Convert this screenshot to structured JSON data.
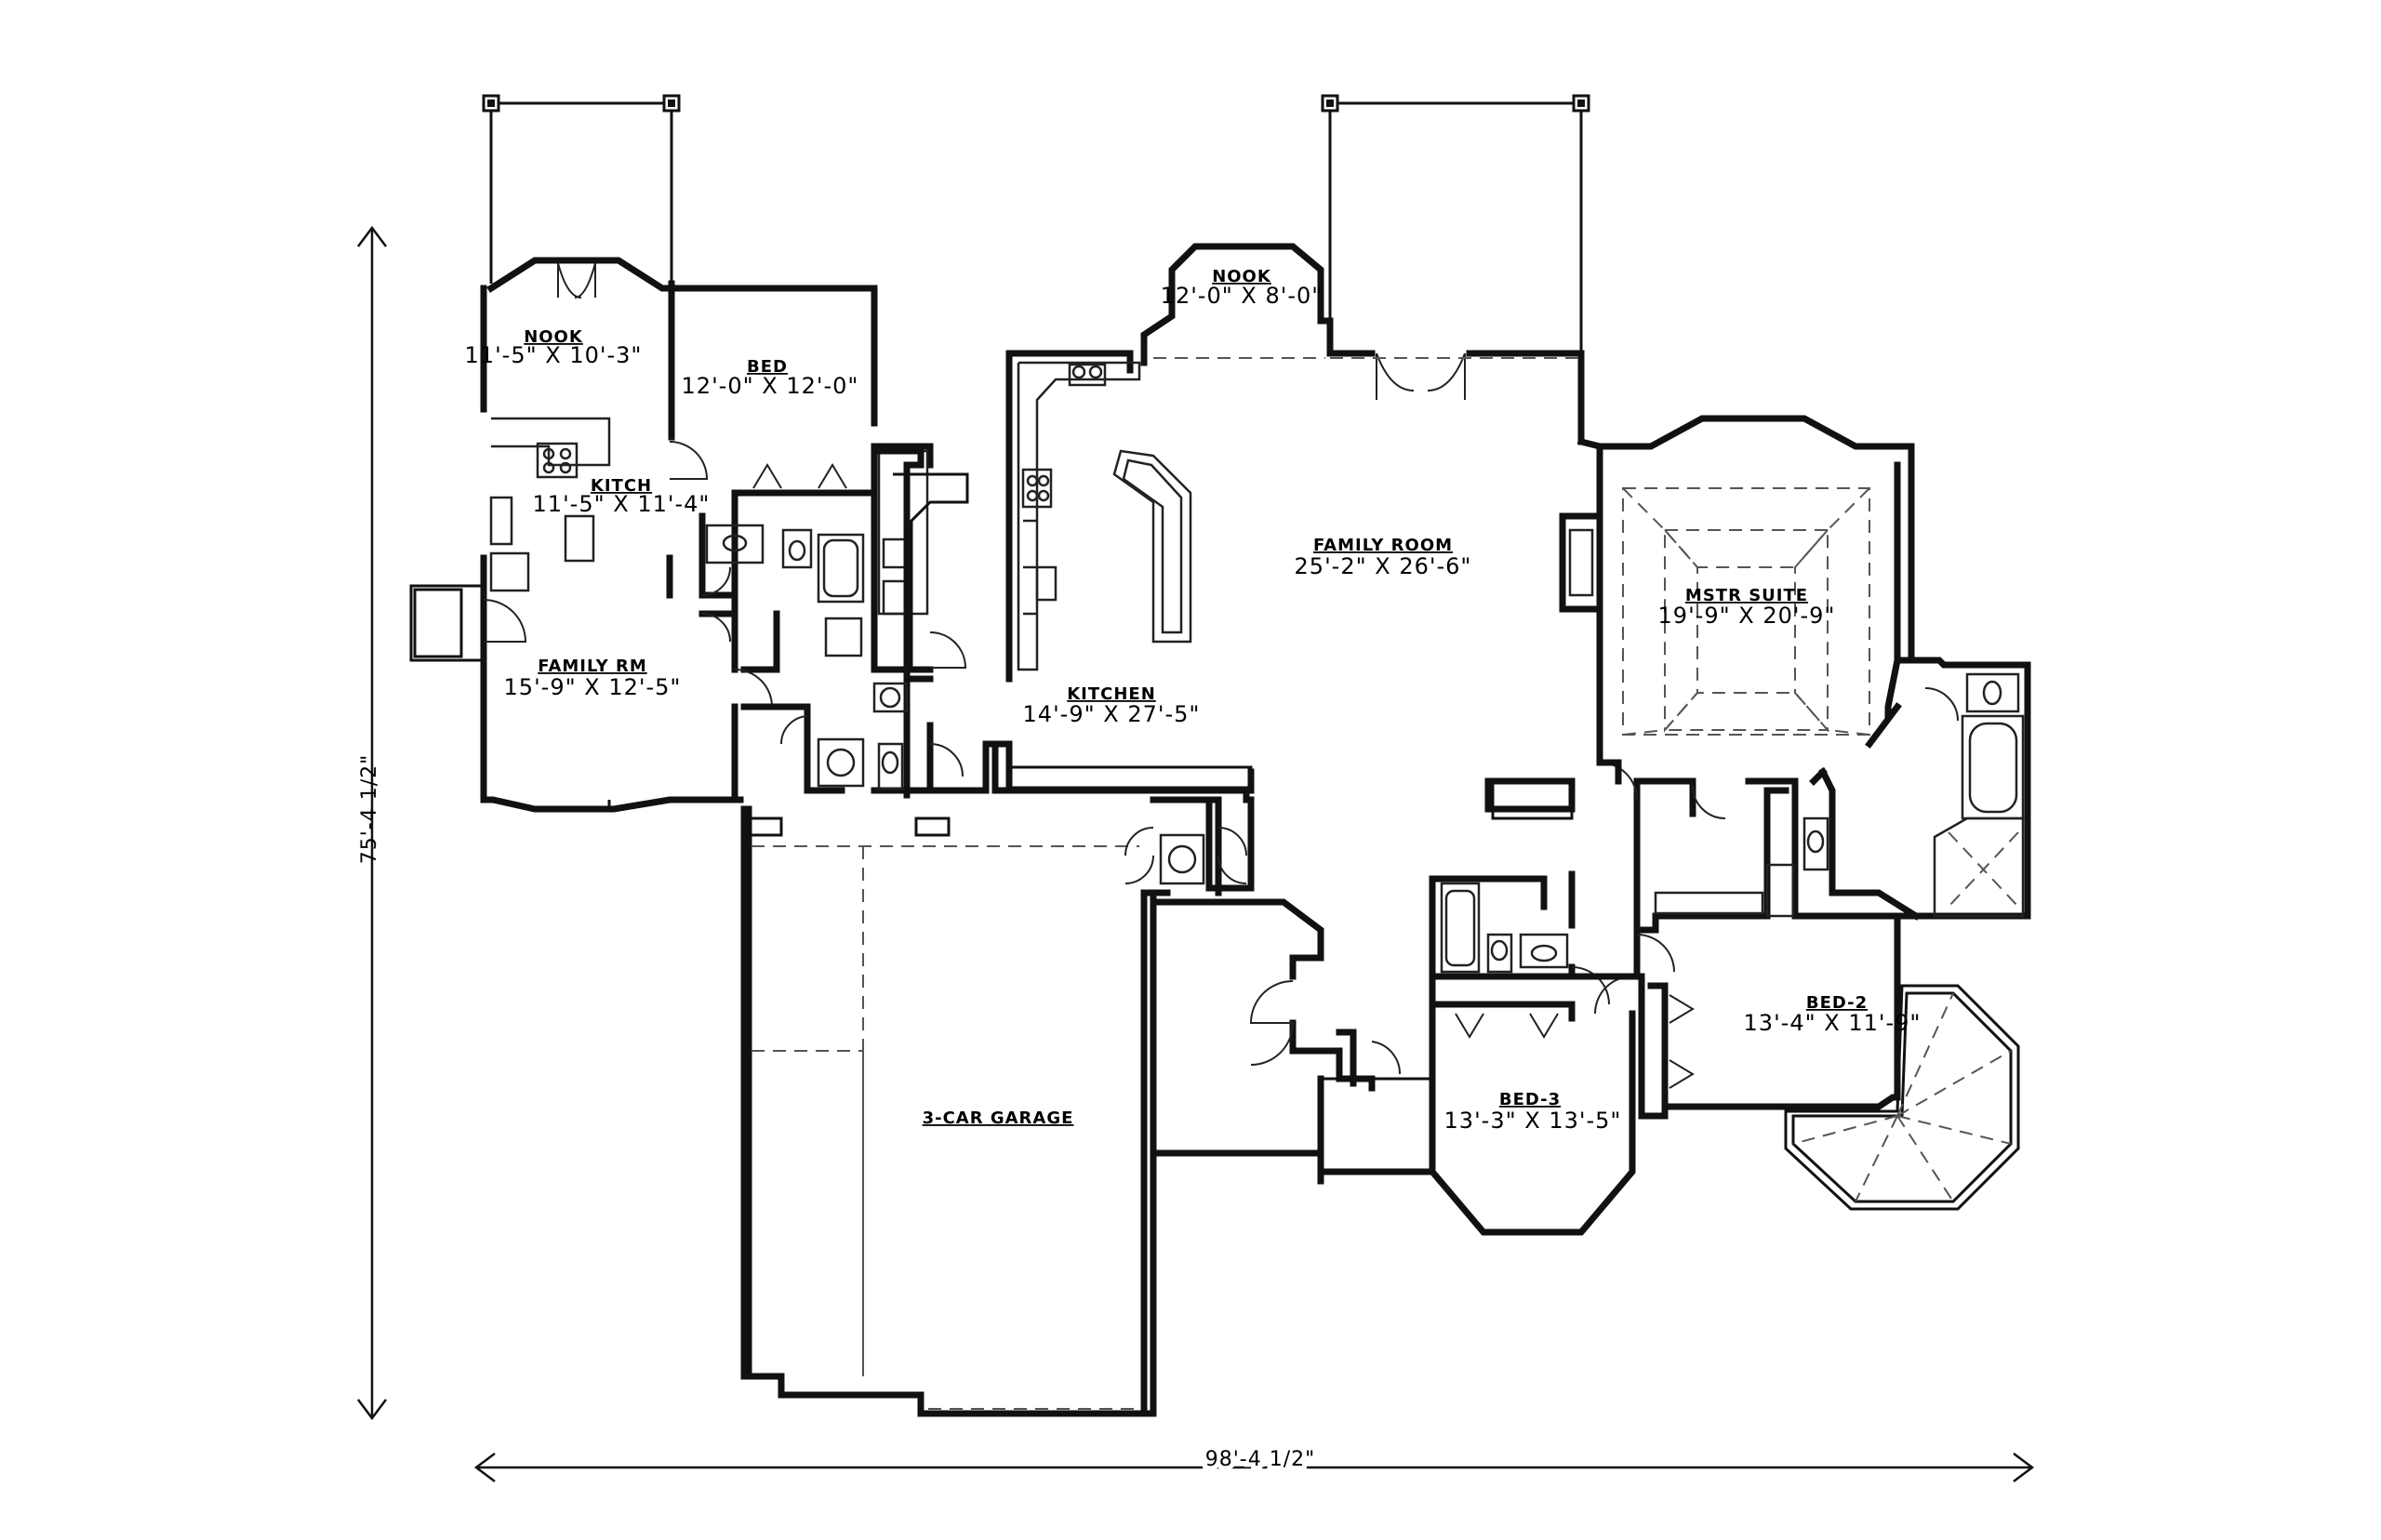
{
  "rooms": {
    "nook_left": {
      "name": "NOOK",
      "size": "11'-5\" X 10'-3\""
    },
    "bed": {
      "name": "BED",
      "size": "12'-0\" X 12'-0\""
    },
    "kitch": {
      "name": "KITCH",
      "size": "11'-5\" X 11'-4\""
    },
    "family_rm": {
      "name": "FAMILY RM",
      "size": "15'-9\" X 12'-5\""
    },
    "nook_center": {
      "name": "NOOK",
      "size": "12'-0\" X 8'-0\""
    },
    "family_room": {
      "name": "FAMILY ROOM",
      "size": "25'-2\" X 26'-6\""
    },
    "kitchen": {
      "name": "KITCHEN",
      "size": "14'-9\" X 27'-5\""
    },
    "mstr_suite": {
      "name": "MSTR SUITE",
      "size": "19'-9\" X 20'-9\""
    },
    "bed_2": {
      "name": "BED-2",
      "size": "13'-4\" X 11'-9\""
    },
    "bed_3": {
      "name": "BED-3",
      "size": "13'-3\" X 13'-5\""
    },
    "garage": {
      "name": "3-CAR GARAGE"
    }
  },
  "dimensions": {
    "width": "98'-4 1/2\"",
    "depth": "75'-4 1/2\""
  }
}
